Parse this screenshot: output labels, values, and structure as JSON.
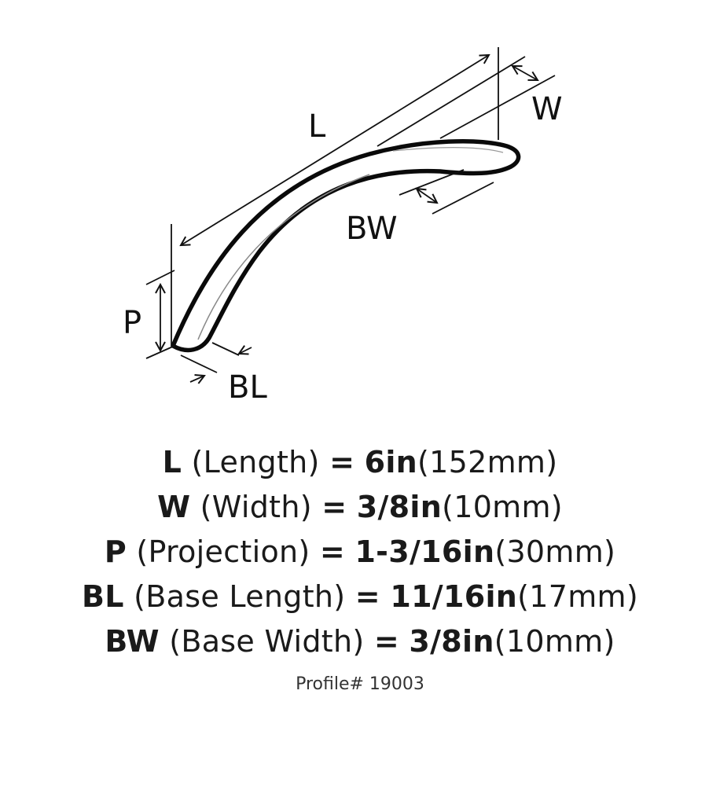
{
  "diagram": {
    "labels": {
      "L": "L",
      "W": "W",
      "BW": "BW",
      "P": "P",
      "BL": "BL"
    }
  },
  "specs": [
    {
      "abbr": "L",
      "name": "(Length)",
      "eq": "=",
      "imperial": "6in",
      "metric": "(152mm)"
    },
    {
      "abbr": "W",
      "name": "(Width)",
      "eq": "=",
      "imperial": "3/8in",
      "metric": "(10mm)"
    },
    {
      "abbr": "P",
      "name": "(Projection)",
      "eq": "=",
      "imperial": "1-3/16in",
      "metric": "(30mm)"
    },
    {
      "abbr": "BL",
      "name": "(Base Length)",
      "eq": "=",
      "imperial": "11/16in",
      "metric": "(17mm)"
    },
    {
      "abbr": "BW",
      "name": "(Base Width)",
      "eq": "=",
      "imperial": "3/8in",
      "metric": "(10mm)"
    }
  ],
  "profile": "Profile# 19003"
}
